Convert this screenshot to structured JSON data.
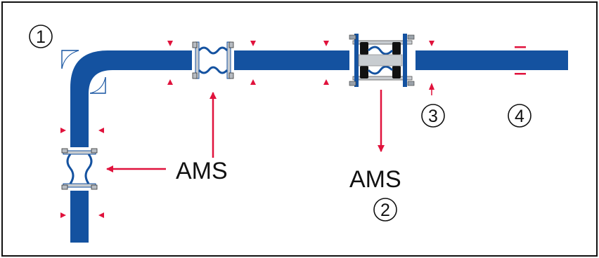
{
  "colors": {
    "pipe": "#1452a0",
    "arrow": "#e0123c",
    "border": "#111111",
    "bellows": "#6e7a87",
    "rubber": "#111111",
    "flange": "#c8ccd0"
  },
  "markers": {
    "m1": "1",
    "m2": "2",
    "m3": "3",
    "m4": "4"
  },
  "labels": {
    "ams_left": "AMS",
    "ams_right": "AMS"
  },
  "icons": [
    "elbow-corner-icon",
    "axial-bellows-expansion-joint-icon",
    "tied-rubber-expansion-joint-icon",
    "arrow-icon"
  ]
}
